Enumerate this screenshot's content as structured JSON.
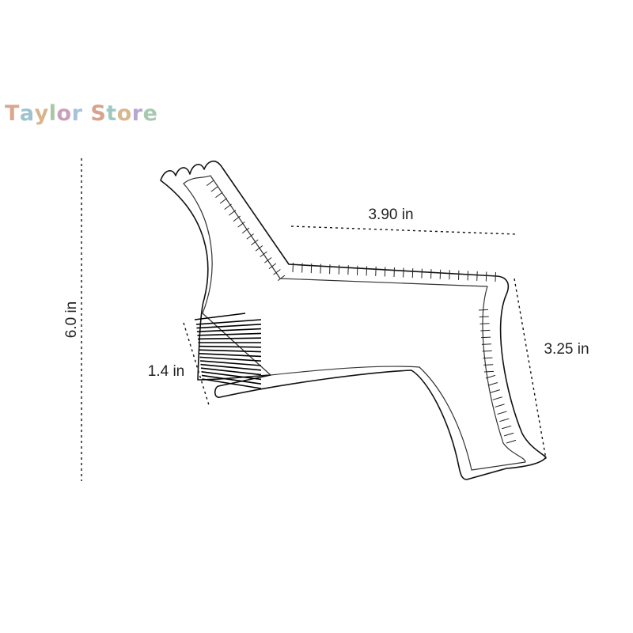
{
  "brand": {
    "text": "Taylor Store",
    "letter_colors": [
      "#d9a78f",
      "#9cc3cf",
      "#d7b48a",
      "#a7c7a5",
      "#c9a0b8",
      "#a8c2d8",
      "#ffffff",
      "#d6a38d",
      "#9fc7c4",
      "#d8b88f",
      "#b8a6cf",
      "#a6c9b0"
    ]
  },
  "dimensions": {
    "height": "6.0 in",
    "width": "3.90 in",
    "side": "3.25 in",
    "comb": "1.4 in"
  }
}
